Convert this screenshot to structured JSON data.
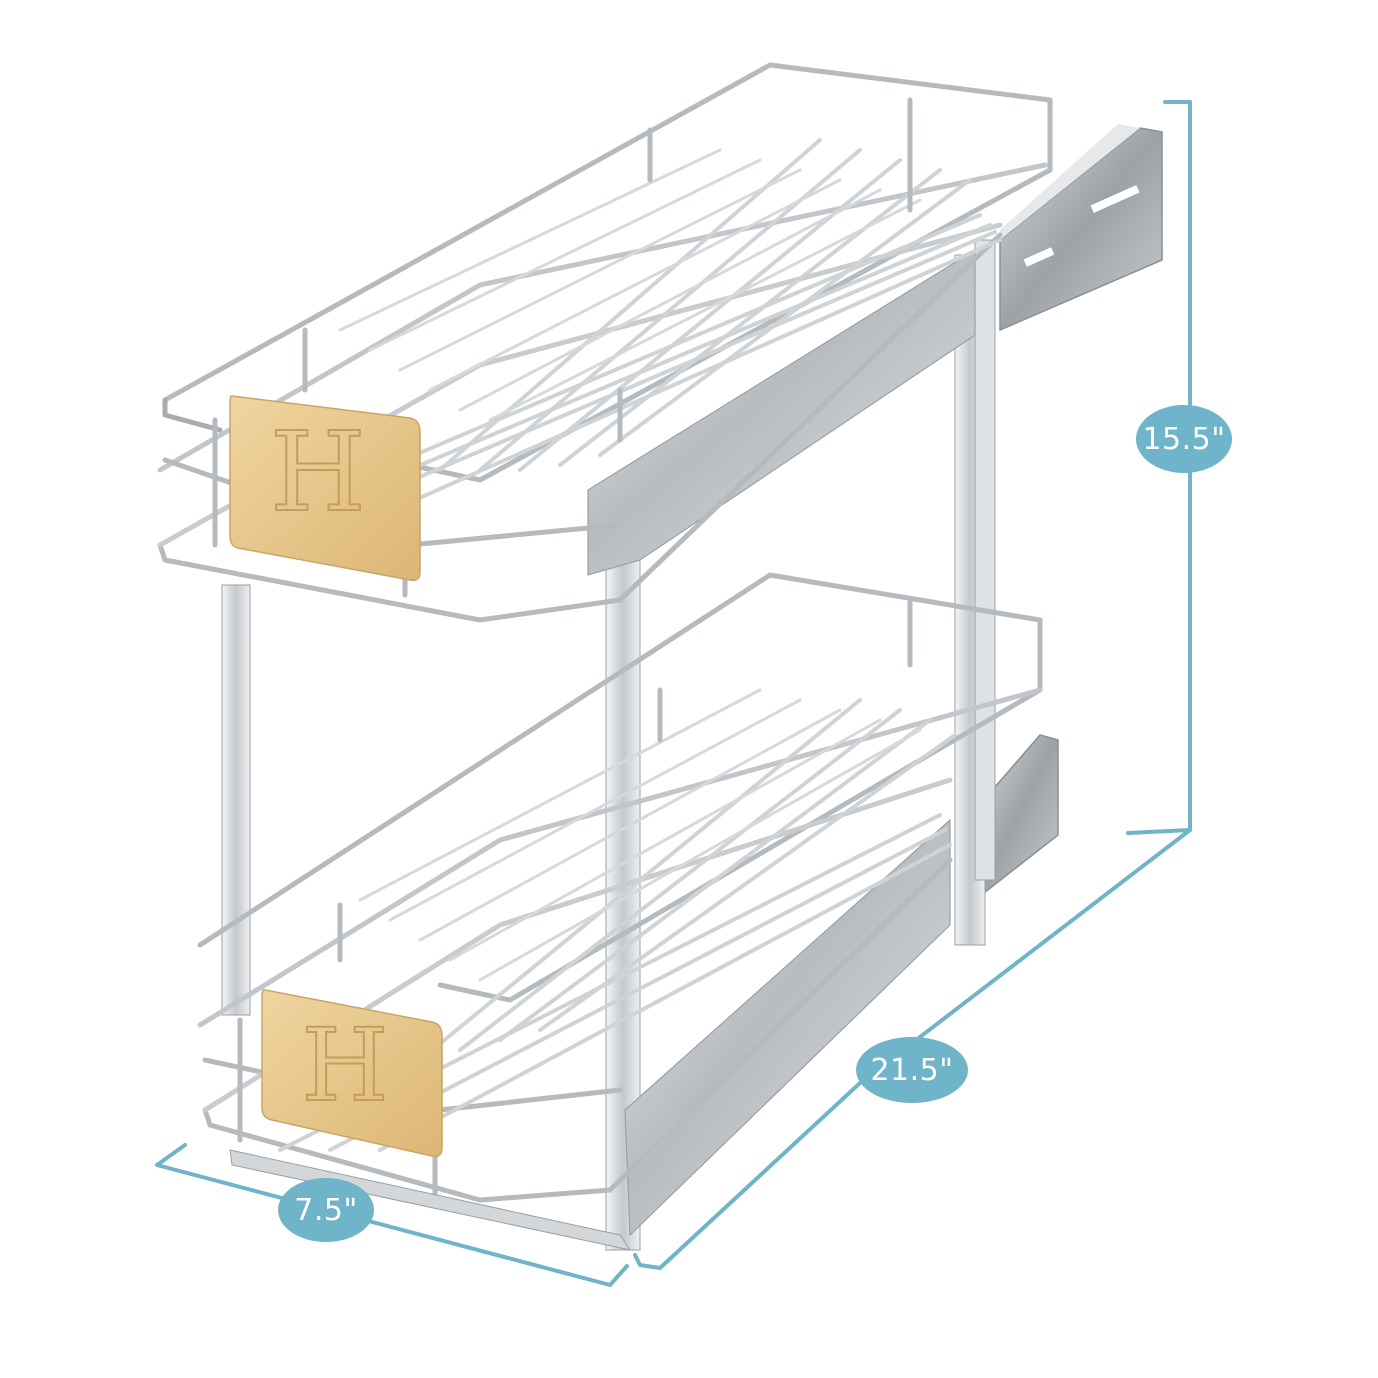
{
  "image": {
    "subject": "two-tier pull-out cabinet organizer, chrome wire baskets with wooden handles",
    "background_color": "#ffffff"
  },
  "colors": {
    "dimension_accent": "#6fb4c8",
    "label_text": "#ffffff",
    "chrome_light": "#eef0f2",
    "chrome_mid": "#c8ccd0",
    "chrome_dark": "#8a8f95",
    "wood": "#e9c98e",
    "wood_dark": "#d2ad6b"
  },
  "dimensions": {
    "height": {
      "label": "15.5\""
    },
    "depth": {
      "label": "21.5\""
    },
    "width": {
      "label": "7.5\""
    }
  },
  "handles": {
    "top": {
      "logo_letter": "H"
    },
    "bottom": {
      "logo_letter": "H"
    }
  }
}
